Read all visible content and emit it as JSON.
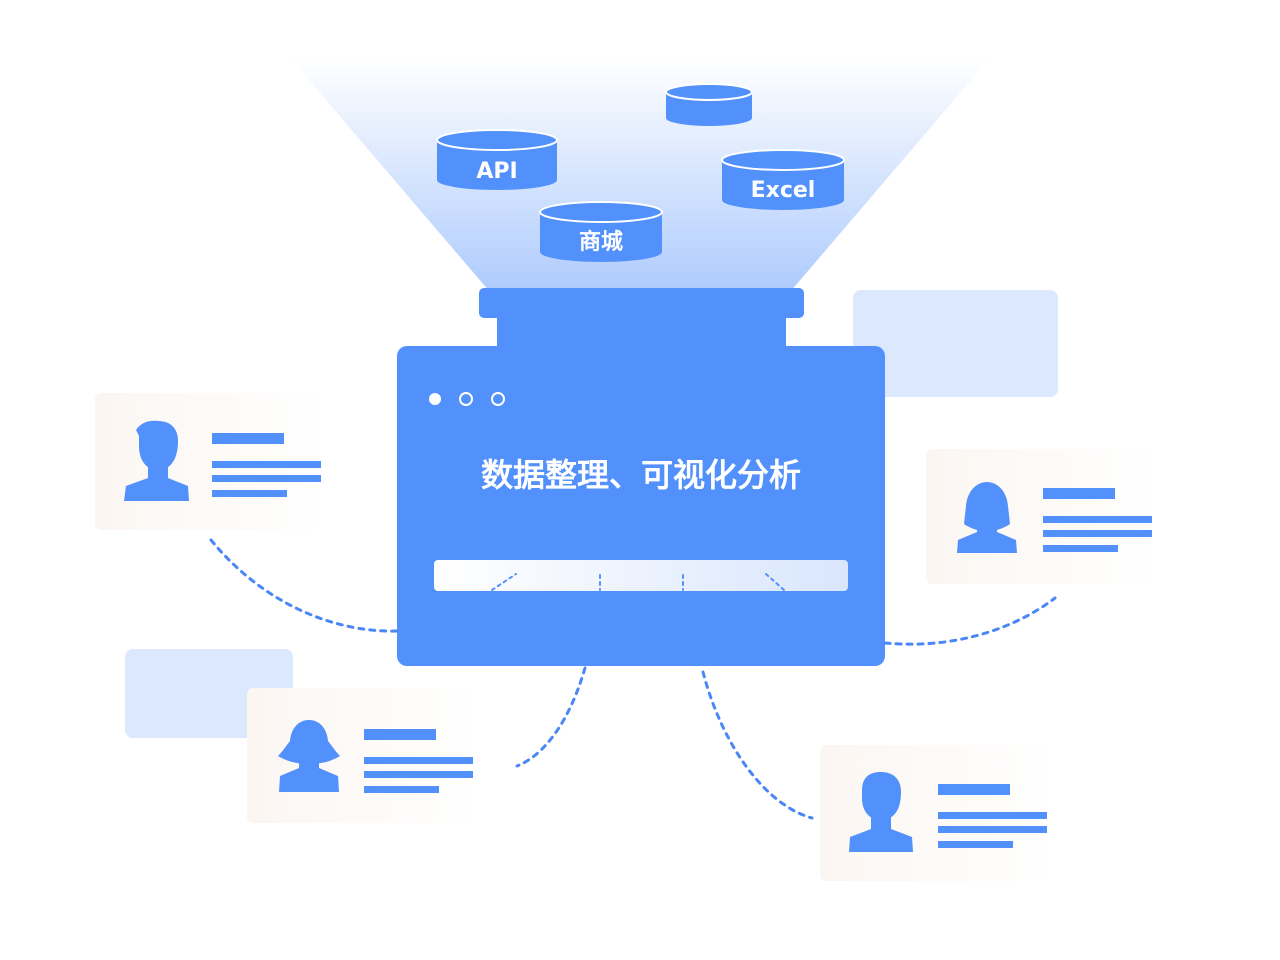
{
  "sources": {
    "api_label": "API",
    "excel_label": "Excel",
    "mall_label": "商城",
    "blank_label": ""
  },
  "hub": {
    "title": "数据整理、可视化分析",
    "window_dots": [
      "active",
      "inactive",
      "inactive"
    ]
  },
  "users": [
    {
      "avatar": "male-user-icon"
    },
    {
      "avatar": "female-user-icon"
    },
    {
      "avatar": "female-user-icon"
    },
    {
      "avatar": "male-user-icon"
    }
  ],
  "colors": {
    "primary": "#5291FC",
    "light_panel": "#DCE8FD",
    "funnel_top": "#FFFFFF",
    "funnel_bottom": "#AFCDFD",
    "card_bg": "#FDF9F6",
    "connector": "#4A86F5"
  }
}
